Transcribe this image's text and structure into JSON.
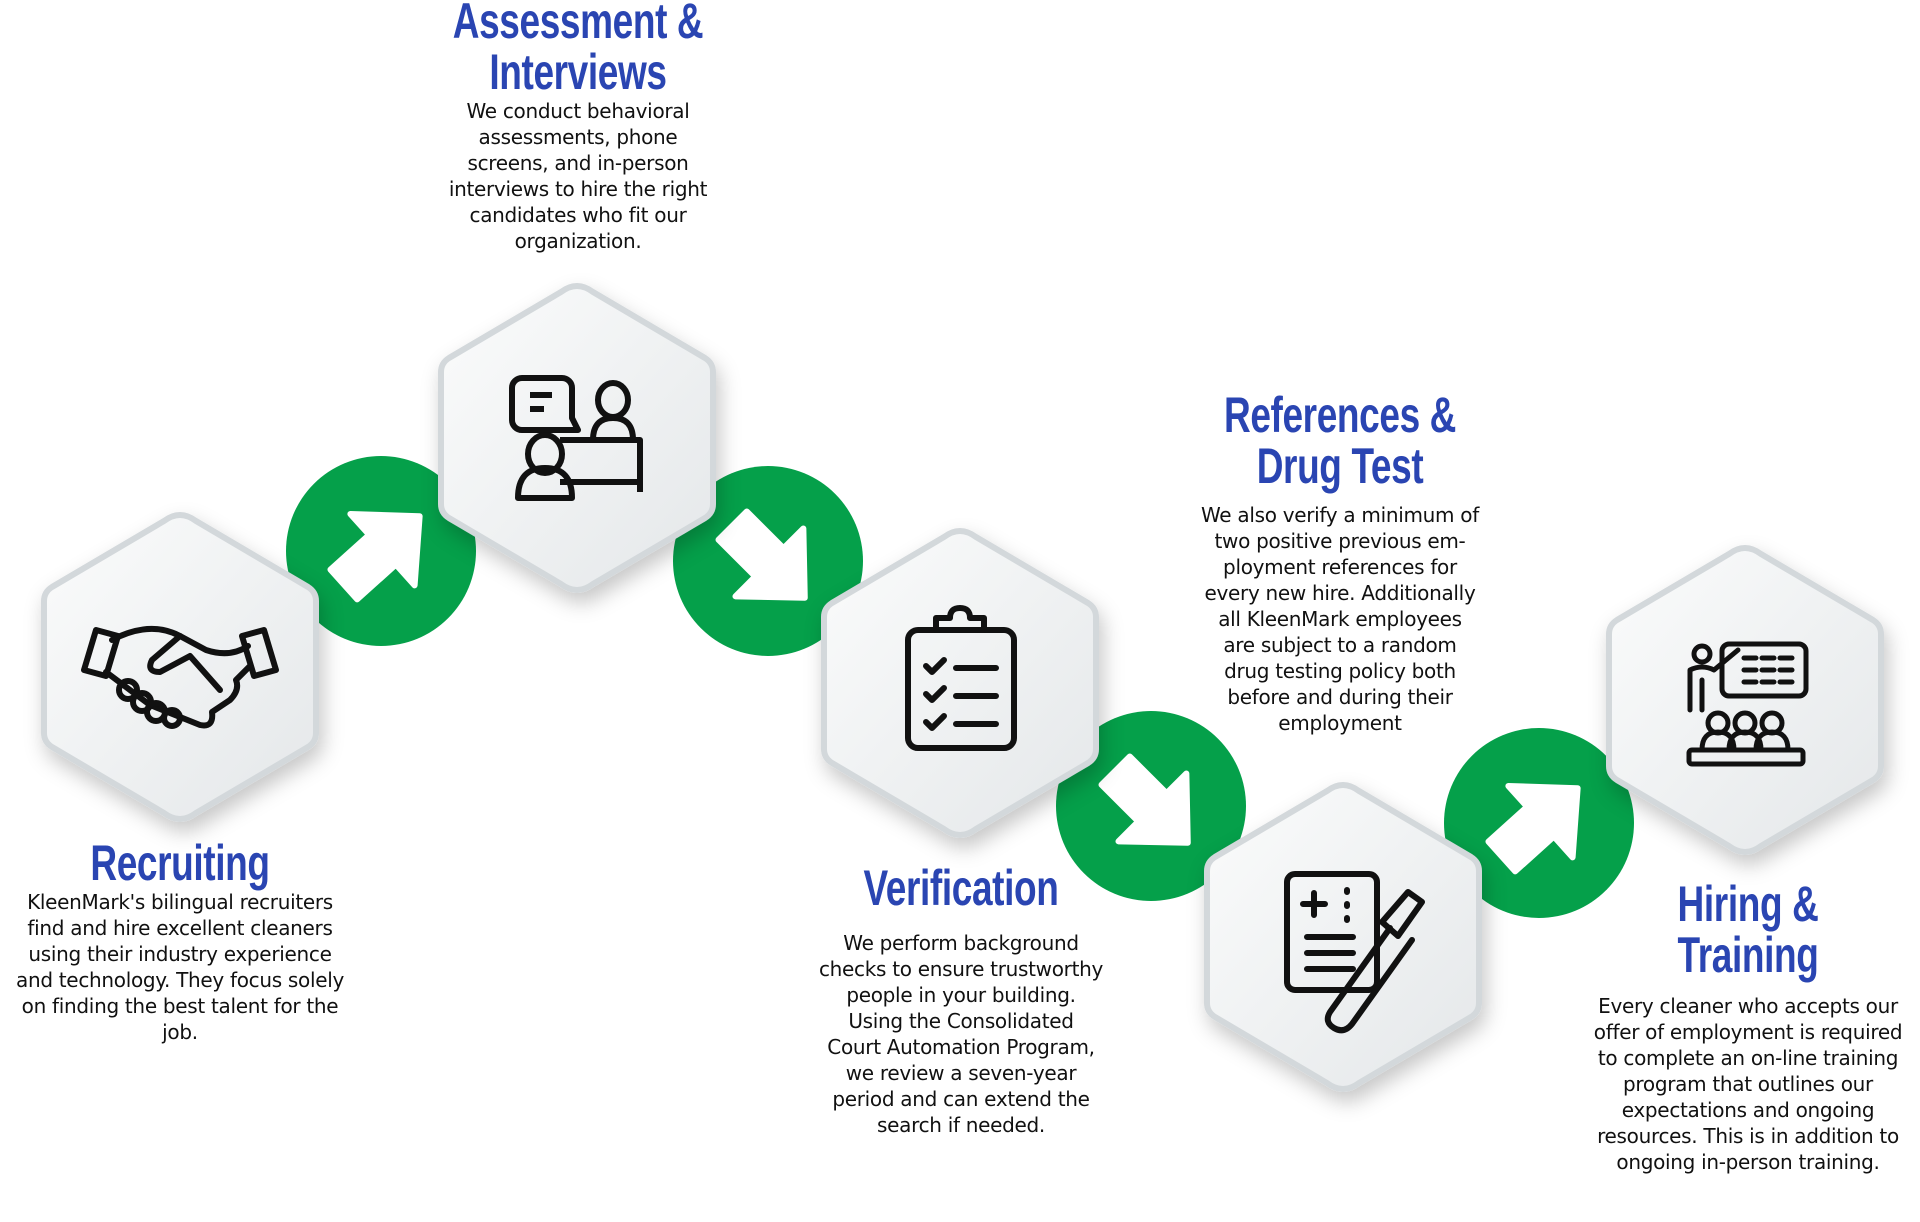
{
  "colors": {
    "title_blue": "#2a45b2",
    "arrow_green": "#05a04a",
    "text": "#111111"
  },
  "steps": [
    {
      "icon": "handshake-icon",
      "title": [
        "Recruiting"
      ],
      "desc": [
        "KleenMark's bilingual recruiters",
        "find and hire excellent cleaners",
        "using their industry experience",
        "and technology. They focus solely",
        "on finding the best talent for the",
        "job."
      ]
    },
    {
      "icon": "interview-icon",
      "title": [
        "Assessment &",
        "Interviews"
      ],
      "desc": [
        "We conduct behavioral",
        "assessments, phone",
        "screens, and in-person",
        "interviews to hire the right",
        "candidates who fit our",
        "organization."
      ]
    },
    {
      "icon": "clipboard-checklist-icon",
      "title": [
        "Verification"
      ],
      "desc": [
        "We perform background",
        "checks to ensure trustworthy",
        "people in your building.",
        "Using the Consolidated",
        "Court Automation Program,",
        "we review a seven-year",
        "period and can extend the",
        "search if needed."
      ]
    },
    {
      "icon": "medical-report-test-tube-icon",
      "title": [
        "References &",
        "Drug Test"
      ],
      "desc": [
        "We also verify a minimum of",
        "two positive previous em-",
        "ployment references for",
        "every new hire. Additionally",
        "all KleenMark employees",
        "are subject to a random",
        "drug testing policy both",
        "before and during their",
        "employment"
      ]
    },
    {
      "icon": "training-presentation-icon",
      "title": [
        "Hiring &",
        "Training"
      ],
      "desc": [
        "Every cleaner who accepts our",
        "offer of employment is required",
        "to complete an on-line training",
        "program that outlines our",
        "expectations and ongoing",
        "resources. This is in addition to",
        "ongoing in-person training."
      ]
    }
  ]
}
